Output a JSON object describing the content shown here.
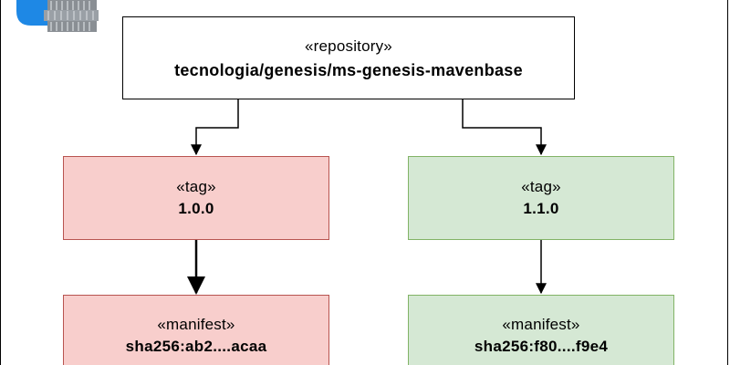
{
  "repository": {
    "stereotype": "«repository»",
    "name": "tecnologia/genesis/ms-genesis-mavenbase"
  },
  "tags": [
    {
      "stereotype": "«tag»",
      "value": "1.0.0",
      "fill": "#f8cecc",
      "stroke": "#b85450",
      "manifest": {
        "stereotype": "«manifest»",
        "digest": "sha256:ab2....acaa"
      }
    },
    {
      "stereotype": "«tag»",
      "value": "1.1.0",
      "fill": "#d5e8d4",
      "stroke": "#82b366",
      "manifest": {
        "stereotype": "«manifest»",
        "digest": "sha256:f80....f9e4"
      }
    }
  ],
  "icons": {
    "logo": "container-registry-icon"
  }
}
